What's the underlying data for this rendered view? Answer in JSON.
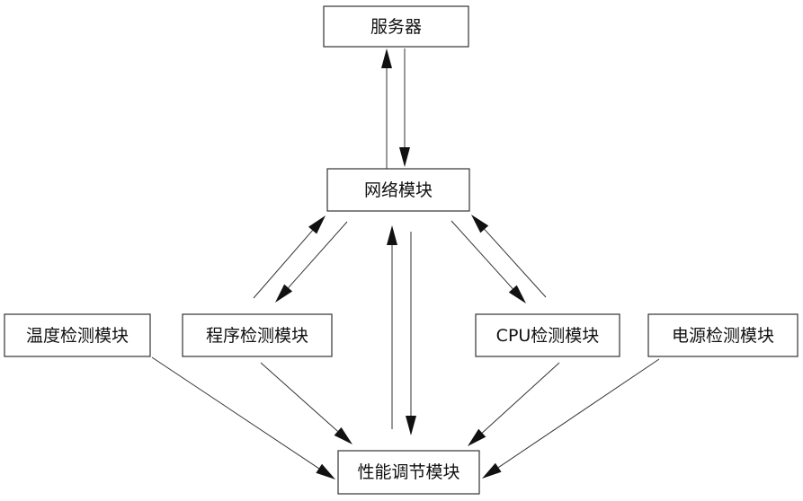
{
  "diagram": {
    "nodes": {
      "server": "服务器",
      "network": "网络模块",
      "temp": "温度检测模块",
      "program": "程序检测模块",
      "cpu": "CPU检测模块",
      "power": "电源检测模块",
      "perf": "性能调节模块"
    },
    "edges": [
      {
        "from": "network",
        "to": "server"
      },
      {
        "from": "server",
        "to": "network"
      },
      {
        "from": "program",
        "to": "network"
      },
      {
        "from": "network",
        "to": "program"
      },
      {
        "from": "cpu",
        "to": "network"
      },
      {
        "from": "network",
        "to": "cpu"
      },
      {
        "from": "perf",
        "to": "network"
      },
      {
        "from": "network",
        "to": "perf"
      },
      {
        "from": "temp",
        "to": "perf"
      },
      {
        "from": "program",
        "to": "perf"
      },
      {
        "from": "cpu",
        "to": "perf"
      },
      {
        "from": "power",
        "to": "perf"
      }
    ],
    "colors": {
      "line": "#333333",
      "arrowhead": "#111111",
      "text": "#111111",
      "background": "#ffffff"
    }
  }
}
